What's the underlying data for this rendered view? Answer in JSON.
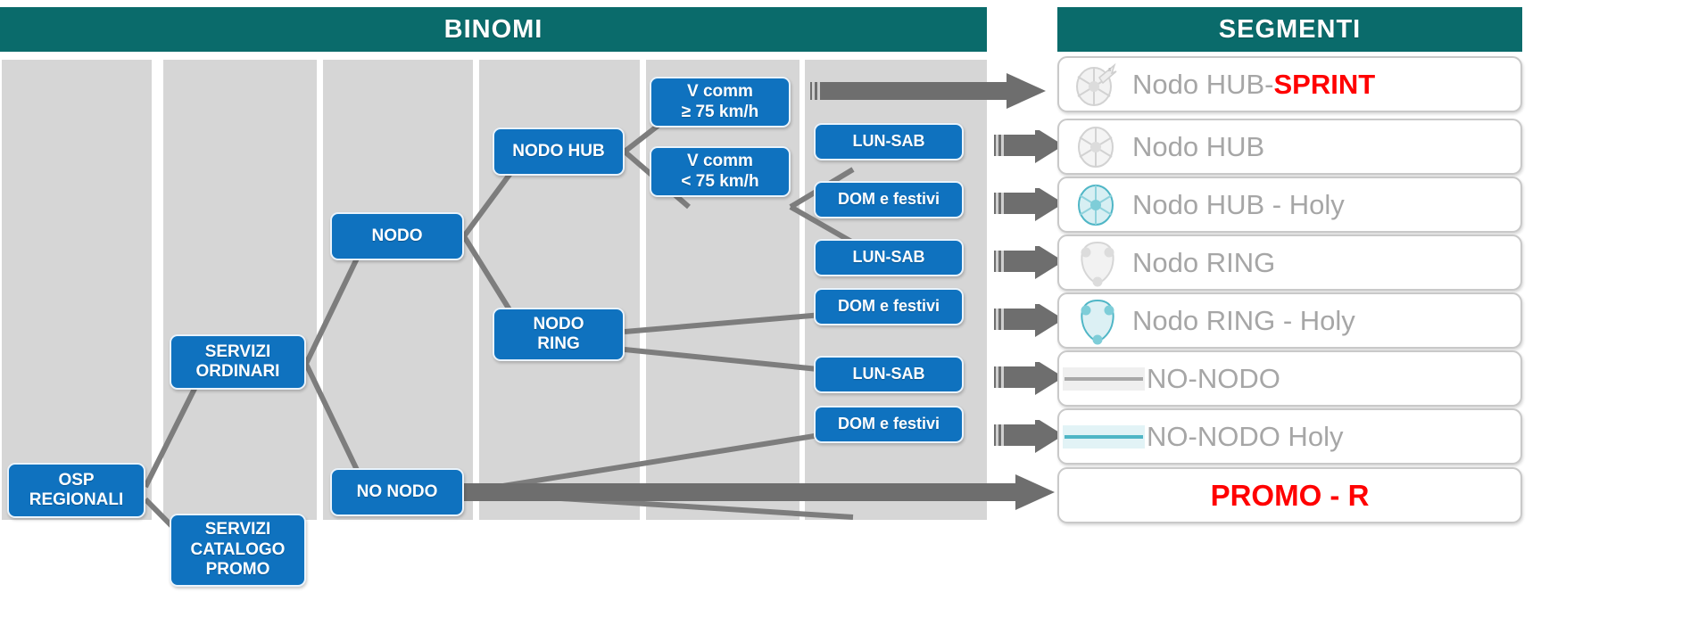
{
  "headers": {
    "binomi": "BINOMI",
    "segmenti": "SEGMENTI"
  },
  "colors": {
    "header_teal": "#0a6b6b",
    "node_blue": "#0f72bf",
    "band_gray": "#d6d6d6",
    "arrow_gray": "#6e6e6e",
    "label_gray": "#a6a6a6",
    "accent_red": "#ff0000",
    "holy_cyan": "#7ecdd8"
  },
  "tree": {
    "root": {
      "label": "OSP\nREGIONALI",
      "line1": "OSP",
      "line2": "REGIONALI"
    },
    "level2": [
      {
        "id": "servizi-ordinari",
        "line1": "SERVIZI",
        "line2": "ORDINARI"
      },
      {
        "id": "servizi-catalogo-promo",
        "line1": "SERVIZI",
        "line2": "CATALOGO",
        "line3": "PROMO"
      }
    ],
    "level3": [
      {
        "id": "nodo",
        "label": "NODO"
      },
      {
        "id": "no-nodo",
        "label": "NO NODO"
      }
    ],
    "level4": [
      {
        "id": "nodo-hub",
        "label": "NODO HUB"
      },
      {
        "id": "nodo-ring",
        "line1": "NODO",
        "line2": "RING"
      }
    ],
    "level5": [
      {
        "id": "v-comm-ge-75",
        "line1": "V comm",
        "line2": "≥ 75 km/h"
      },
      {
        "id": "v-comm-lt-75",
        "line1": "V comm",
        "line2": "< 75 km/h"
      }
    ],
    "level6": [
      {
        "id": "lun-sab-1",
        "label": "LUN-SAB"
      },
      {
        "id": "dom-festivi-1",
        "label": "DOM e festivi"
      },
      {
        "id": "lun-sab-2",
        "label": "LUN-SAB"
      },
      {
        "id": "dom-festivi-2",
        "label": "DOM e festivi"
      },
      {
        "id": "lun-sab-3",
        "label": "LUN-SAB"
      },
      {
        "id": "dom-festivi-3",
        "label": "DOM e festivi"
      }
    ]
  },
  "segments": [
    {
      "id": "nodo-hub-sprint",
      "icon": "hub-wheel-sprint-icon",
      "text": "Nodo HUB-",
      "accent": "SPRINT",
      "style": "gray-wheel"
    },
    {
      "id": "nodo-hub",
      "icon": "hub-wheel-icon",
      "text": "Nodo HUB",
      "accent": "",
      "style": "gray-wheel"
    },
    {
      "id": "nodo-hub-holy",
      "icon": "hub-wheel-holy-icon",
      "text": "Nodo HUB -  Holy",
      "accent": "",
      "style": "cyan-wheel"
    },
    {
      "id": "nodo-ring",
      "icon": "ring-shield-icon",
      "text": "Nodo RING",
      "accent": "",
      "style": "gray-shield"
    },
    {
      "id": "nodo-ring-holy",
      "icon": "ring-shield-holy-icon",
      "text": "Nodo RING - Holy",
      "accent": "",
      "style": "cyan-shield"
    },
    {
      "id": "no-nodo",
      "icon": "road-line-icon",
      "text": "NO-NODO",
      "accent": "",
      "style": "gray-road"
    },
    {
      "id": "no-nodo-holy",
      "icon": "road-line-holy-icon",
      "text": "NO-NODO Holy",
      "accent": "",
      "style": "cyan-road"
    },
    {
      "id": "promo-r",
      "icon": "none",
      "text": "PROMO - R",
      "accent": "",
      "style": "center-red"
    }
  ]
}
